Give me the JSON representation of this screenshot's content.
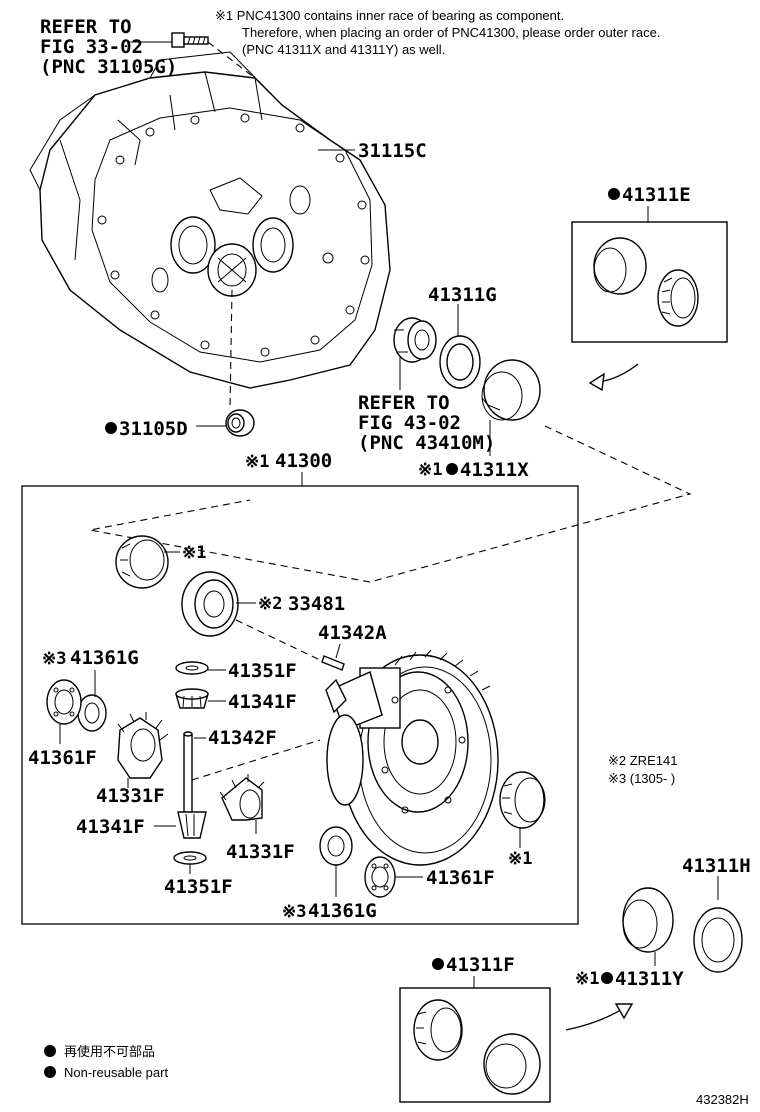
{
  "notes": {
    "line1": "※1 PNC41300 contains inner race of bearing as component.",
    "line2": "Therefore, when placing an order of PNC41300, please order outer race.",
    "line3": "(PNC 41311X and 41311Y) as well."
  },
  "labels": {
    "refer_fig33_line1": "REFER TO",
    "refer_fig33_line2": "FIG 33-02",
    "refer_fig33_line3": "(PNC 31105G)",
    "p31115C": "31115C",
    "p41311E": "41311E",
    "p41311G": "41311G",
    "refer_fig43_line1": "REFER TO",
    "refer_fig43_line2": "FIG 43-02",
    "refer_fig43_line3": "(PNC 43410M)",
    "p31105D": "31105D",
    "mark1_41311X": "※1",
    "p41311X": "41311X",
    "mark1_141300": "※1",
    "p41300": "41300",
    "mark1_left_bearing": "※1",
    "mark2_33481": "※2",
    "p33481": "33481",
    "p41342A": "41342A",
    "mark3_41361G_top": "※3",
    "p41361G_top": "41361G",
    "p41351F_top": "41351F",
    "p41341F_top": "41341F",
    "p41342F": "41342F",
    "p41361F_left": "41361F",
    "p41331F_left": "41331F",
    "p41341F_bottom": "41341F",
    "p41331F_center": "41331F",
    "p41351F_bottom": "41351F",
    "mark1_right_bearing": "※1",
    "p41361F_right": "41361F",
    "mark3_41361G_bottom": "※3",
    "p41361G_bottom": "41361G",
    "side_note2": "※2  ZRE141",
    "side_note3": "※3 (1305-       )",
    "p41311H": "41311H",
    "p41311F": "41311F",
    "mark1_41311Y": "※1",
    "p41311Y": "41311Y"
  },
  "legend": {
    "line1": "再使用不可部品",
    "line2": "Non-reusable part"
  },
  "figure_number": "432382H"
}
